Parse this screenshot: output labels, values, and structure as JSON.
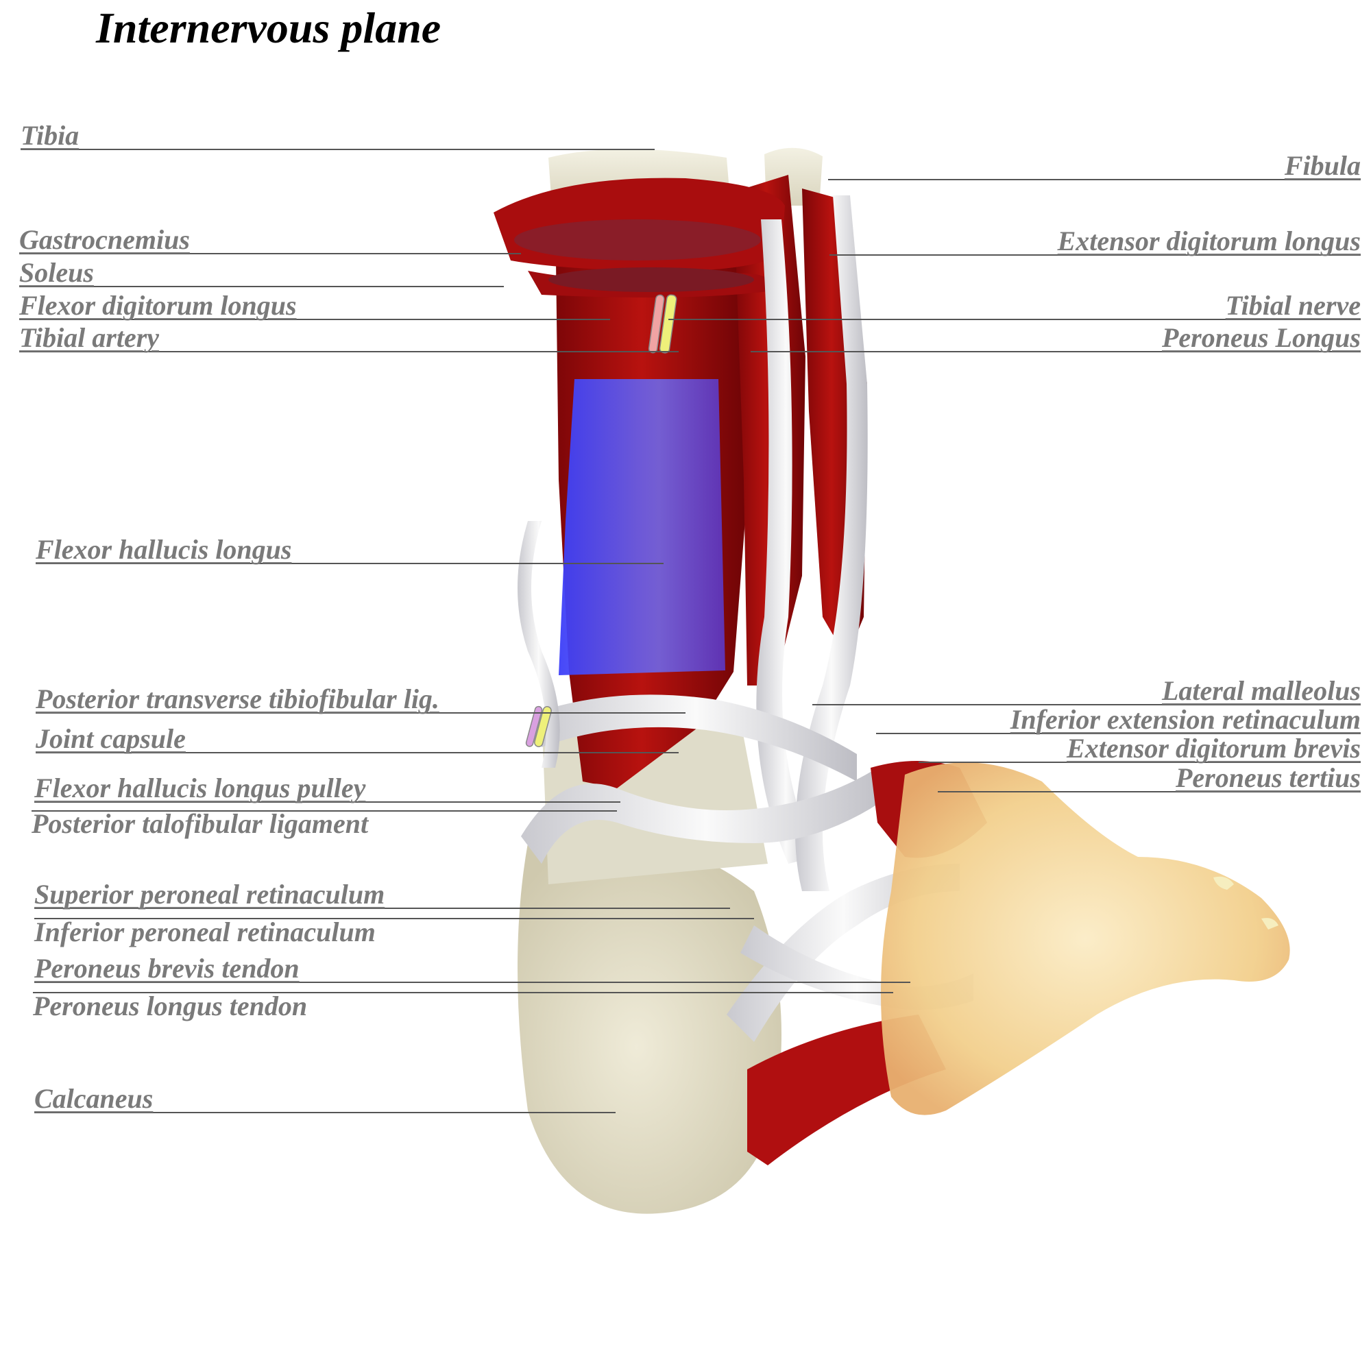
{
  "title": "Internervous plane",
  "labels": {
    "tibia": "Tibia",
    "fibula": "Fibula",
    "gastrocnemius": "Gastrocnemius",
    "soleus": "Soleus",
    "flexor_digitorum_longus": "Flexor digitorum longus",
    "tibial_artery": "Tibial artery",
    "extensor_digitorum_longus": "Extensor digitorum longus",
    "tibial_nerve": "Tibial nerve",
    "peroneus_longus": "Peroneus Longus",
    "flexor_hallucis_longus": "Flexor hallucis longus",
    "posterior_transverse_tibiofibular_lig": "Posterior transverse tibiofibular lig.",
    "joint_capsule": "Joint capsule",
    "flexor_hallucis_longus_pulley": "Flexor hallucis longus pulley",
    "posterior_talofibular_ligament": "Posterior talofibular ligament",
    "superior_peroneal_retinaculum": "Superior peroneal retinaculum",
    "inferior_peroneal_retinaculum": "Inferior peroneal retinaculum",
    "peroneus_brevis_tendon": "Peroneus brevis tendon",
    "peroneus_longus_tendon": "Peroneus longus tendon",
    "calcaneus": "Calcaneus",
    "lateral_malleolus": "Lateral malleolus",
    "inferior_extension_retinaculum": "Inferior extension retinaculum",
    "extensor_digitorum_brevis": "Extensor digitorum brevis",
    "peroneus_tertius": "Peroneus tertius"
  },
  "colors": {
    "muscle": "#b00f10",
    "muscle_dark": "#7d0608",
    "bone": "#e6e2cf",
    "tendon": "#e9e9ec",
    "plane_highlight": "#4a4cf5",
    "skin": "#f3d69a",
    "nerve": "#eef07a",
    "artery": "#f0a3a3",
    "leader_line": "#555555",
    "label_text": "#7a7a7a"
  }
}
